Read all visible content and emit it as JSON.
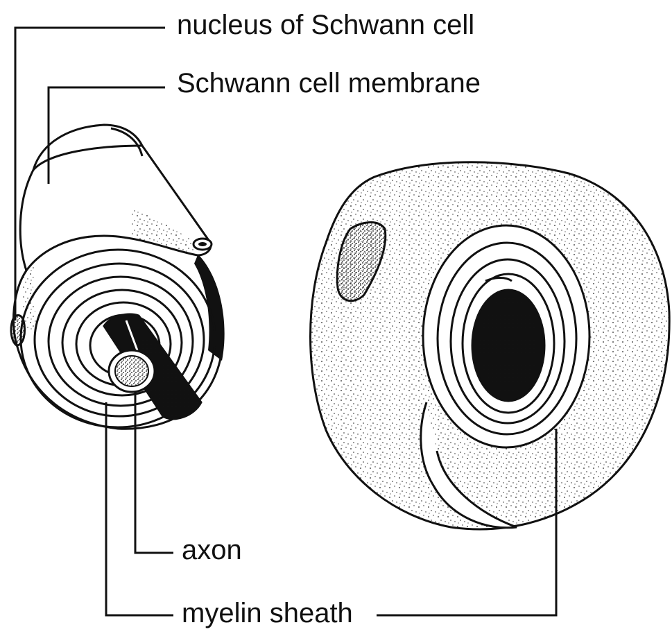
{
  "labels": {
    "nucleus": "nucleus of Schwann cell",
    "membrane": "Schwann cell membrane",
    "axon": "axon",
    "myelin": "myelin sheath"
  },
  "colors": {
    "ink": "#111111",
    "paper": "#ffffff"
  }
}
